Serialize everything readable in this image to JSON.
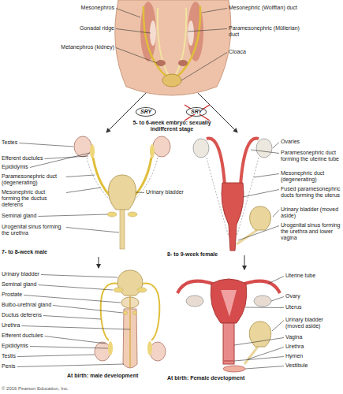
{
  "diagram": {
    "nodes": [
      {
        "text": [
          "SRY"
        ]
      },
      {
        "text": [
          "SRY"
        ]
      }
    ],
    "labels": [
      "Mesonephros",
      "Gonadal ridge",
      "Metanephros (kidney)",
      "Mesonephric (Wolffian) duct",
      "Paramesonephric (Müllerian) duct",
      "Cloaca",
      "5- to 6-week embryo: sexually indifferent stage",
      "Testes",
      "Efferent ductules",
      "Epididymis",
      "Paramesonephric duct (degenerating)",
      "Mesonephric duct forming the ductus deferens",
      "Urinary bladder",
      "Seminal gland",
      "Urogenital sinus forming the urethra",
      "7- to 8-week male",
      "Ovaries",
      "Paramesonephric duct forming the uterine tube",
      "Mesonephric duct (degenerating)",
      "Fused paramesonephric ducts forming the uterus",
      "Urinary bladder (moved aside)",
      "Urogenital sinus forming the urethra and lower vagina",
      "8- to 9-week female",
      "Urinary bladder",
      "Seminal gland",
      "Prostate",
      "Bulbo-urethral gland",
      "Ductus deferens",
      "Urethra",
      "Efferent ductules",
      "Epididymis",
      "Testis",
      "Penis",
      "At birth: male development",
      "Uterine tube",
      "Ovary",
      "Uterus",
      "Urinary bladder (moved aside)",
      "Vagina",
      "Urethra",
      "Hymen",
      "Vestibule",
      "At birth: Female development",
      "© 2016 Pearson Education, Inc."
    ]
  }
}
